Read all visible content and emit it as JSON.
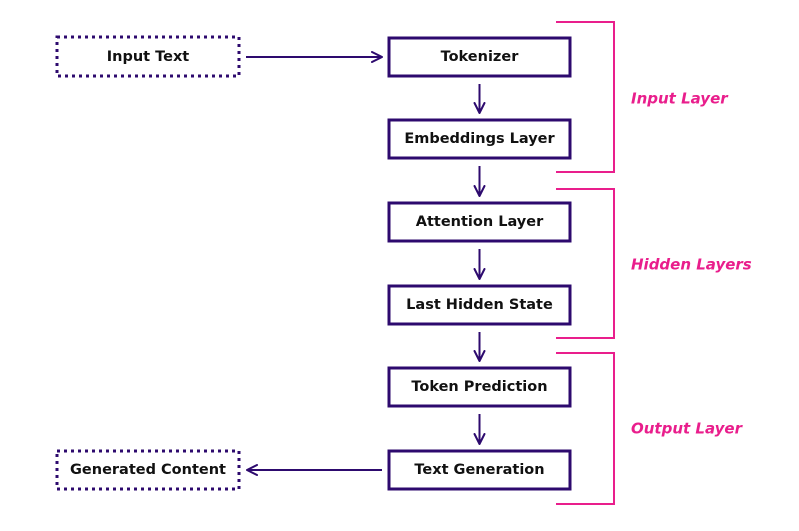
{
  "colors": {
    "stroke": "#2d0a6e",
    "accent": "#e91e8c",
    "text": "#111111"
  },
  "inputs": {
    "input_text": "Input Text",
    "generated_content": "Generated Content"
  },
  "pipeline": {
    "tokenizer": "Tokenizer",
    "embeddings": "Embeddings Layer",
    "attention": "Attention Layer",
    "last_hidden": "Last Hidden State",
    "token_prediction": "Token Prediction",
    "text_generation": "Text Generation"
  },
  "groups": {
    "input_layer": "Input Layer",
    "hidden_layers": "Hidden Layers",
    "output_layer": "Output Layer"
  }
}
